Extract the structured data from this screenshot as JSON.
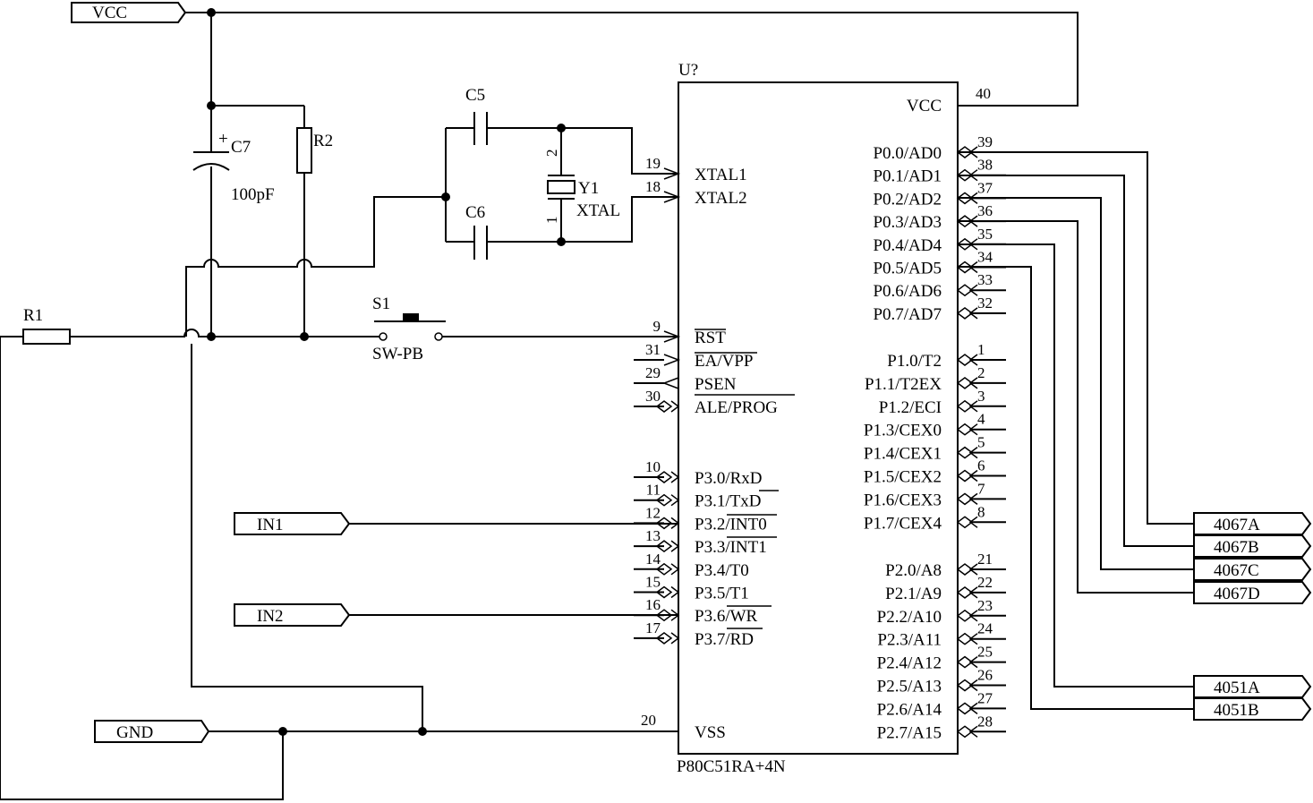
{
  "ports": {
    "vcc": "VCC",
    "gnd": "GND",
    "in1": "IN1",
    "in2": "IN2",
    "out": [
      "4067A",
      "4067B",
      "4067C",
      "4067D",
      "4051A",
      "4051B"
    ]
  },
  "components": {
    "c7": "C7",
    "c7_value": "100pF",
    "c7_plus": "+",
    "r2": "R2",
    "r1": "R1",
    "c5": "C5",
    "c6": "C6",
    "y1": "Y1",
    "y1_value": "XTAL",
    "y1_pin2": "2",
    "y1_pin1": "1",
    "s1": "S1",
    "s1_type": "SW-PB"
  },
  "chip": {
    "ref": "U?",
    "part": "P80C51RA+4N",
    "vcc_pin": {
      "label": "VCC",
      "num": "40"
    },
    "vss_pin": {
      "label": "VSS",
      "num": "20"
    },
    "left_top": [
      {
        "label": "XTAL1",
        "num": "19"
      },
      {
        "label": "XTAL2",
        "num": "18"
      }
    ],
    "left_ctrl": [
      {
        "label": "RST",
        "num": "9"
      },
      {
        "label": "EA/VPP",
        "num": "31"
      },
      {
        "label": "PSEN",
        "num": "29"
      },
      {
        "label": "ALE/PROG",
        "num": "30"
      }
    ],
    "left_p3": [
      {
        "label": "P3.0/RxD",
        "num": "10"
      },
      {
        "label": "P3.1/TxD",
        "num": "11"
      },
      {
        "label": "P3.2/INT0",
        "num": "12"
      },
      {
        "label": "P3.3/INT1",
        "num": "13"
      },
      {
        "label": "P3.4/T0",
        "num": "14"
      },
      {
        "label": "P3.5/T1",
        "num": "15"
      },
      {
        "label": "P3.6/WR",
        "num": "16"
      },
      {
        "label": "P3.7/RD",
        "num": "17"
      }
    ],
    "right_p0": [
      {
        "label": "P0.0/AD0",
        "num": "39"
      },
      {
        "label": "P0.1/AD1",
        "num": "38"
      },
      {
        "label": "P0.2/AD2",
        "num": "37"
      },
      {
        "label": "P0.3/AD3",
        "num": "36"
      },
      {
        "label": "P0.4/AD4",
        "num": "35"
      },
      {
        "label": "P0.5/AD5",
        "num": "34"
      },
      {
        "label": "P0.6/AD6",
        "num": "33"
      },
      {
        "label": "P0.7/AD7",
        "num": "32"
      }
    ],
    "right_p1": [
      {
        "label": "P1.0/T2",
        "num": "1"
      },
      {
        "label": "P1.1/T2EX",
        "num": "2"
      },
      {
        "label": "P1.2/ECI",
        "num": "3"
      },
      {
        "label": "P1.3/CEX0",
        "num": "4"
      },
      {
        "label": "P1.4/CEX1",
        "num": "5"
      },
      {
        "label": "P1.5/CEX2",
        "num": "6"
      },
      {
        "label": "P1.6/CEX3",
        "num": "7"
      },
      {
        "label": "P1.7/CEX4",
        "num": "8"
      }
    ],
    "right_p2": [
      {
        "label": "P2.0/A8",
        "num": "21"
      },
      {
        "label": "P2.1/A9",
        "num": "22"
      },
      {
        "label": "P2.2/A10",
        "num": "23"
      },
      {
        "label": "P2.3/A11",
        "num": "24"
      },
      {
        "label": "P2.4/A12",
        "num": "25"
      },
      {
        "label": "P2.5/A13",
        "num": "26"
      },
      {
        "label": "P2.6/A14",
        "num": "27"
      },
      {
        "label": "P2.7/A15",
        "num": "28"
      }
    ]
  }
}
